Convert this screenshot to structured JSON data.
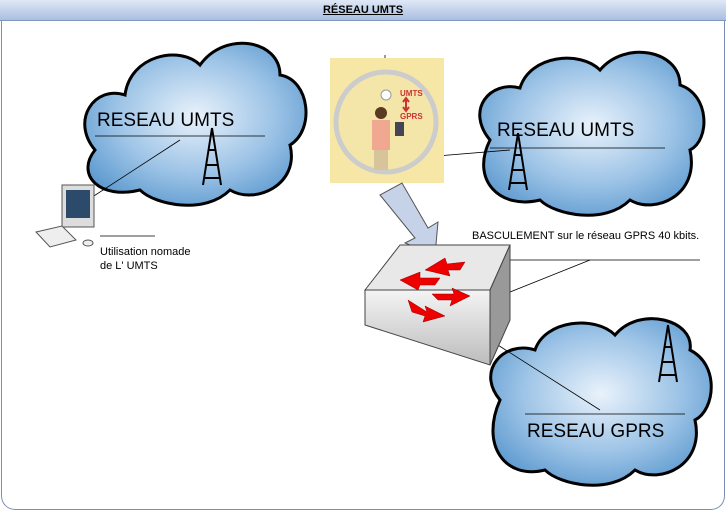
{
  "title": "RÉSEAU UMTS",
  "clouds": {
    "umts_left": "RESEAU UMTS",
    "umts_right": "RESEAU UMTS",
    "gprs": "RESEAU GPRS"
  },
  "annotations": {
    "nomade_line1": "Utilisation nomade",
    "nomade_line2": "de L' UMTS",
    "basculement": "BASCULEMENT sur le réseau GPRS 40 kbits."
  },
  "phone_image": {
    "top": "UMTS",
    "bottom": "GPRS"
  }
}
